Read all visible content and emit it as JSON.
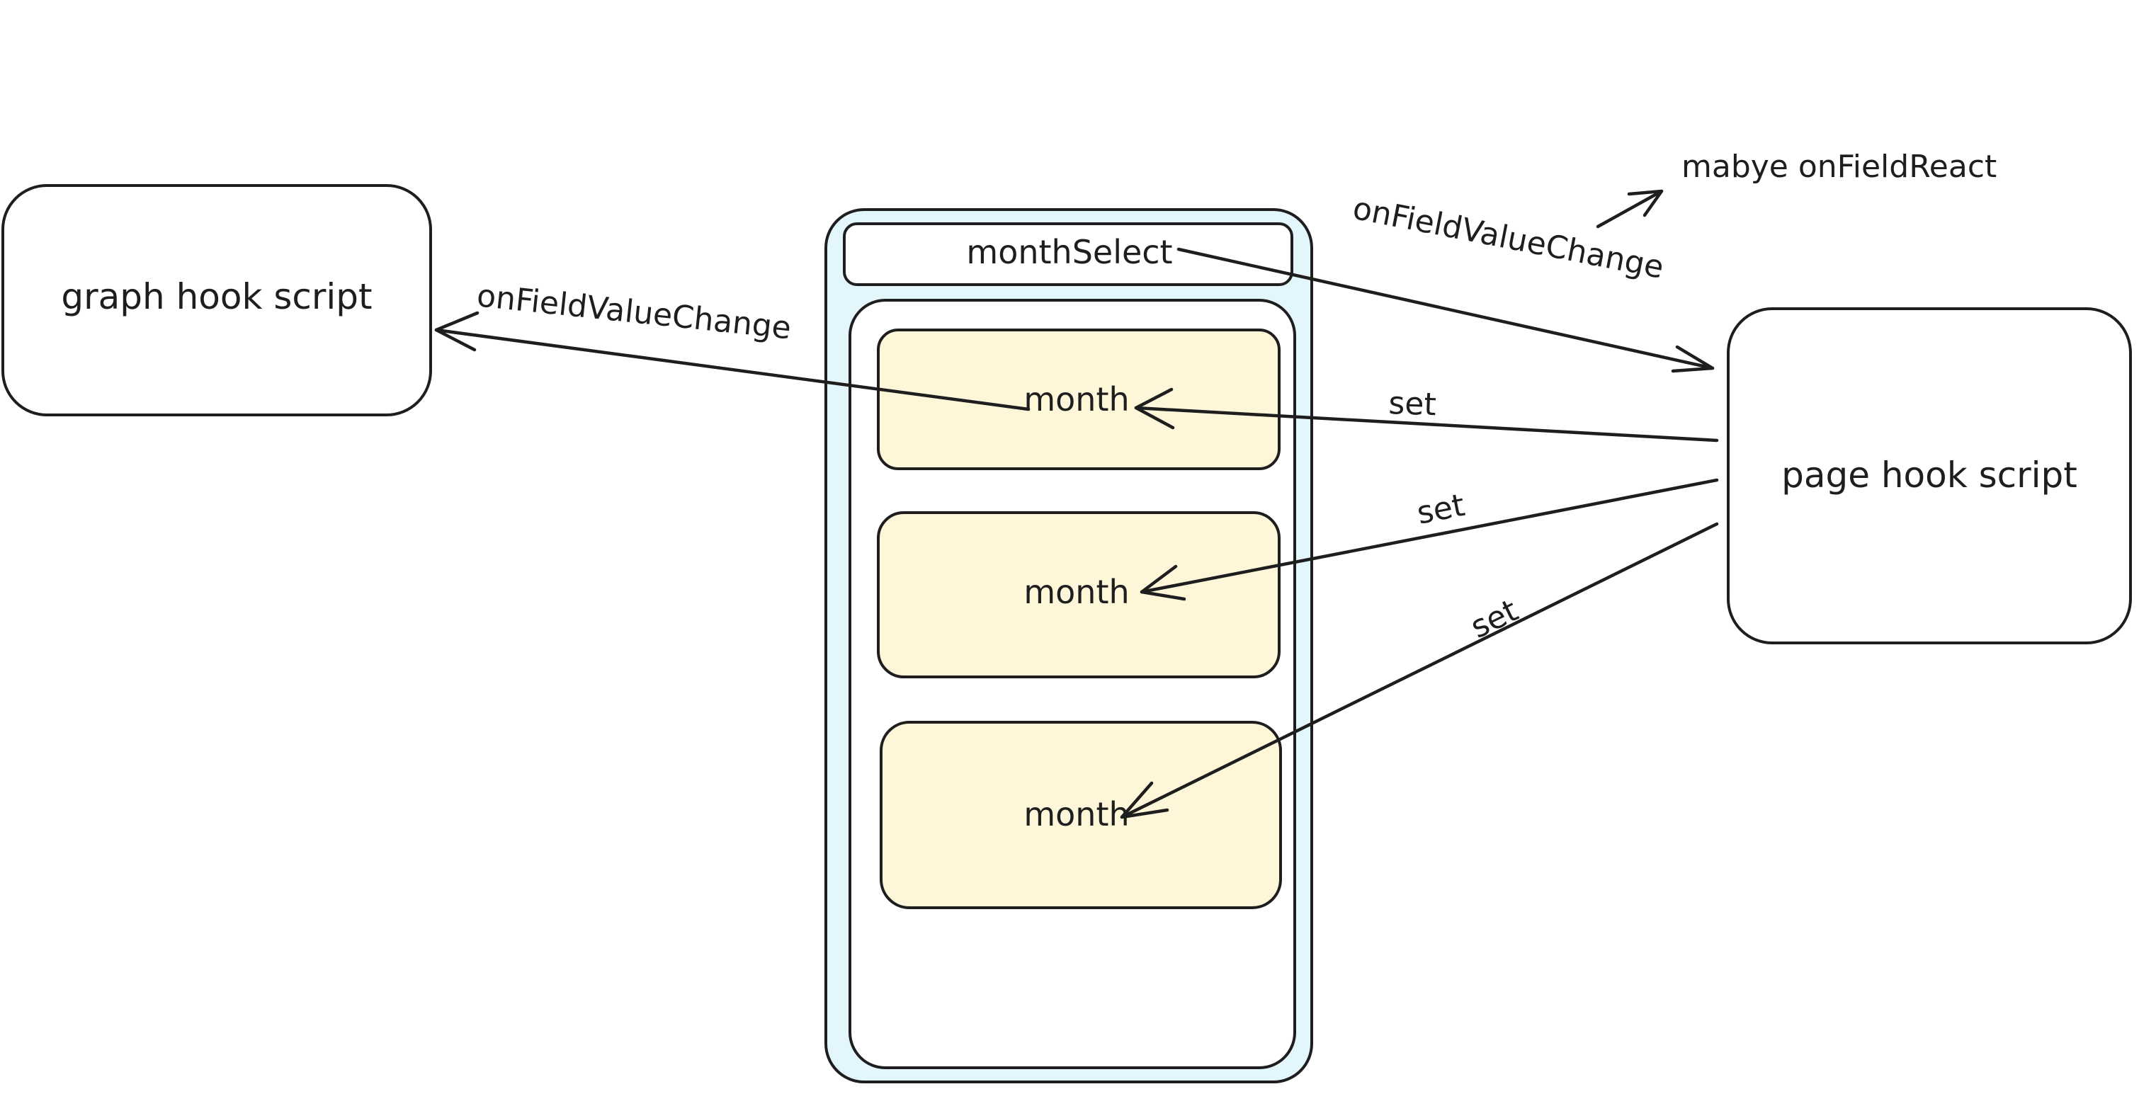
{
  "colors": {
    "stroke": "#1e1e1e",
    "background": "#ffffff",
    "container_fill": "#e3f6fb",
    "month_fill": "#fdf6d8",
    "box_fill": "#ffffff"
  },
  "nodes": {
    "graph_hook": "graph hook script",
    "page_hook": "page hook script",
    "month_select": "monthSelect",
    "months": [
      "month",
      "month",
      "month"
    ]
  },
  "edges": {
    "to_graph_hook": "onFieldValueChange",
    "to_page_hook": "onFieldValueChange",
    "set_labels": [
      "set",
      "set",
      "set"
    ],
    "note": "mabye onFieldReact"
  }
}
